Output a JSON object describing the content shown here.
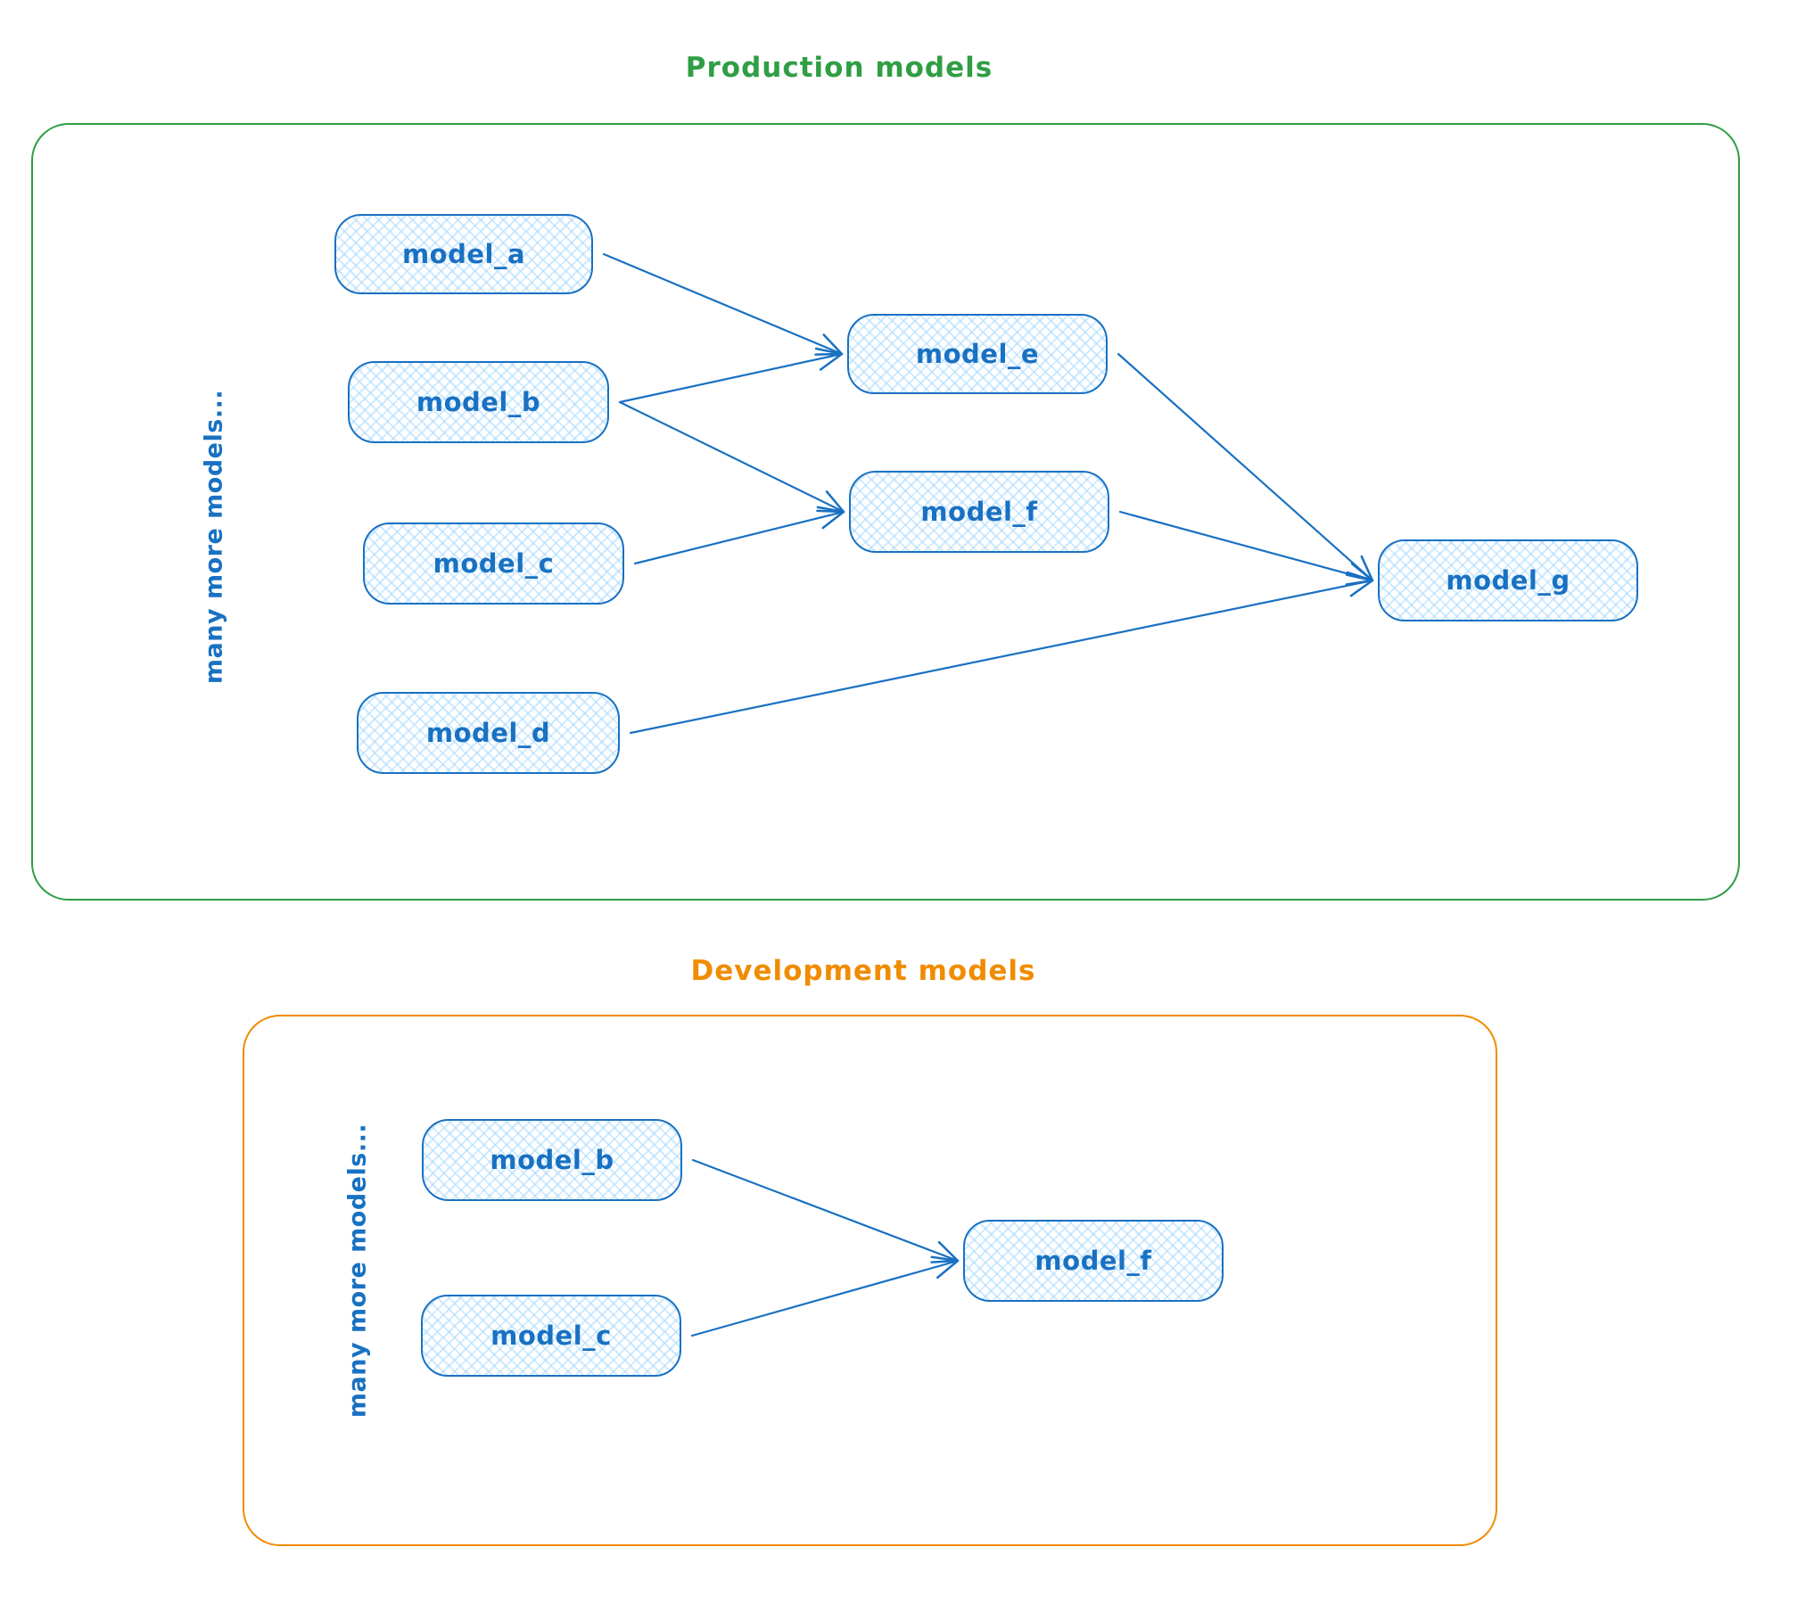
{
  "production": {
    "title": "Production models",
    "side_label": "many more models...",
    "nodes": [
      {
        "id": "model_a",
        "label": "model_a"
      },
      {
        "id": "model_b",
        "label": "model_b"
      },
      {
        "id": "model_c",
        "label": "model_c"
      },
      {
        "id": "model_d",
        "label": "model_d"
      },
      {
        "id": "model_e",
        "label": "model_e"
      },
      {
        "id": "model_f",
        "label": "model_f"
      },
      {
        "id": "model_g",
        "label": "model_g"
      }
    ],
    "edges": [
      {
        "from": "model_a",
        "to": "model_e"
      },
      {
        "from": "model_b",
        "to": "model_e"
      },
      {
        "from": "model_b",
        "to": "model_f"
      },
      {
        "from": "model_c",
        "to": "model_f"
      },
      {
        "from": "model_e",
        "to": "model_g"
      },
      {
        "from": "model_f",
        "to": "model_g"
      },
      {
        "from": "model_d",
        "to": "model_g"
      }
    ]
  },
  "development": {
    "title": "Development models",
    "side_label": "many more models...",
    "nodes": [
      {
        "id": "model_b",
        "label": "model_b"
      },
      {
        "id": "model_c",
        "label": "model_c"
      },
      {
        "id": "model_f",
        "label": "model_f"
      }
    ],
    "edges": [
      {
        "from": "model_b",
        "to": "model_f"
      },
      {
        "from": "model_c",
        "to": "model_f"
      }
    ]
  },
  "colors": {
    "production_outline": "#2f9e44",
    "development_outline": "#f08c00",
    "node_stroke": "#1971c2",
    "node_fill_hatch": "#a5d8ff",
    "arrow": "#1971c2"
  }
}
